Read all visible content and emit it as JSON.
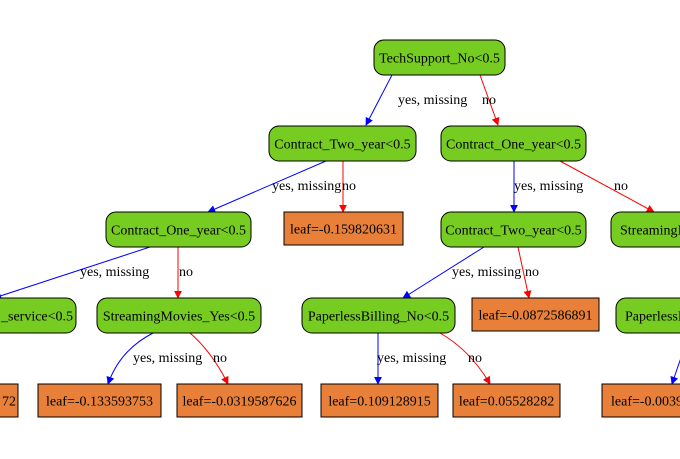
{
  "nodes": {
    "n0": {
      "label": "TechSupport_No<0.5",
      "kind": "split"
    },
    "n1": {
      "label": "Contract_Two_year<0.5",
      "kind": "split"
    },
    "n2": {
      "label": "Contract_One_year<0.5",
      "kind": "split"
    },
    "n3": {
      "label": "Contract_One_year<0.5",
      "kind": "split"
    },
    "n4": {
      "label": "leaf=-0.159820631",
      "kind": "leaf"
    },
    "n5": {
      "label": "Contract_Two_year<0.5",
      "kind": "split"
    },
    "n6": {
      "label": "StreamingMovies_Yes<0.5",
      "kind": "split"
    },
    "n7": {
      "label": "PaperlessBilling_No<0.5",
      "kind": "split"
    },
    "n8": {
      "label": "leaf=-0.0872586891",
      "kind": "leaf"
    },
    "n9": {
      "label": "leaf=-0.133593753",
      "kind": "leaf"
    },
    "n10": {
      "label": "leaf=-0.0319587626",
      "kind": "leaf"
    },
    "n11": {
      "label": "leaf=0.109128915",
      "kind": "leaf"
    },
    "n12": {
      "label": "leaf=0.05528282",
      "kind": "leaf"
    },
    "p_stream": {
      "label": "StreamingM",
      "kind": "split"
    },
    "p_paper": {
      "label": "PaperlessB",
      "kind": "split"
    },
    "p_service": {
      "label": "_service<0.5",
      "kind": "split"
    },
    "p_leaf72": {
      "label": "72",
      "kind": "leaf"
    },
    "p_leaf39": {
      "label": "leaf=-0.0039",
      "kind": "leaf"
    }
  },
  "edges": {
    "e0": {
      "label": "yes, missing",
      "branch": "yes"
    },
    "e1": {
      "label": "no",
      "branch": "no"
    },
    "e2": {
      "label": "yes, missing",
      "branch": "yes"
    },
    "e3": {
      "label": "no",
      "branch": "no"
    },
    "e4": {
      "label": "yes, missing",
      "branch": "yes"
    },
    "e5": {
      "label": "no",
      "branch": "no"
    },
    "e6": {
      "label": "yes, missing",
      "branch": "yes"
    },
    "e7": {
      "label": "no",
      "branch": "no"
    },
    "e8": {
      "label": "yes, missing",
      "branch": "yes"
    },
    "e9": {
      "label": "no",
      "branch": "no"
    },
    "e10": {
      "label": "yes, missing",
      "branch": "yes"
    },
    "e11": {
      "label": "no",
      "branch": "no"
    },
    "e12": {
      "label": "",
      "branch": "yes"
    }
  },
  "colors": {
    "split_fill": "#77cc22",
    "leaf_fill": "#e8803a",
    "yes_edge": "#0000ff",
    "no_edge": "#ff0000",
    "border": "#000000"
  }
}
